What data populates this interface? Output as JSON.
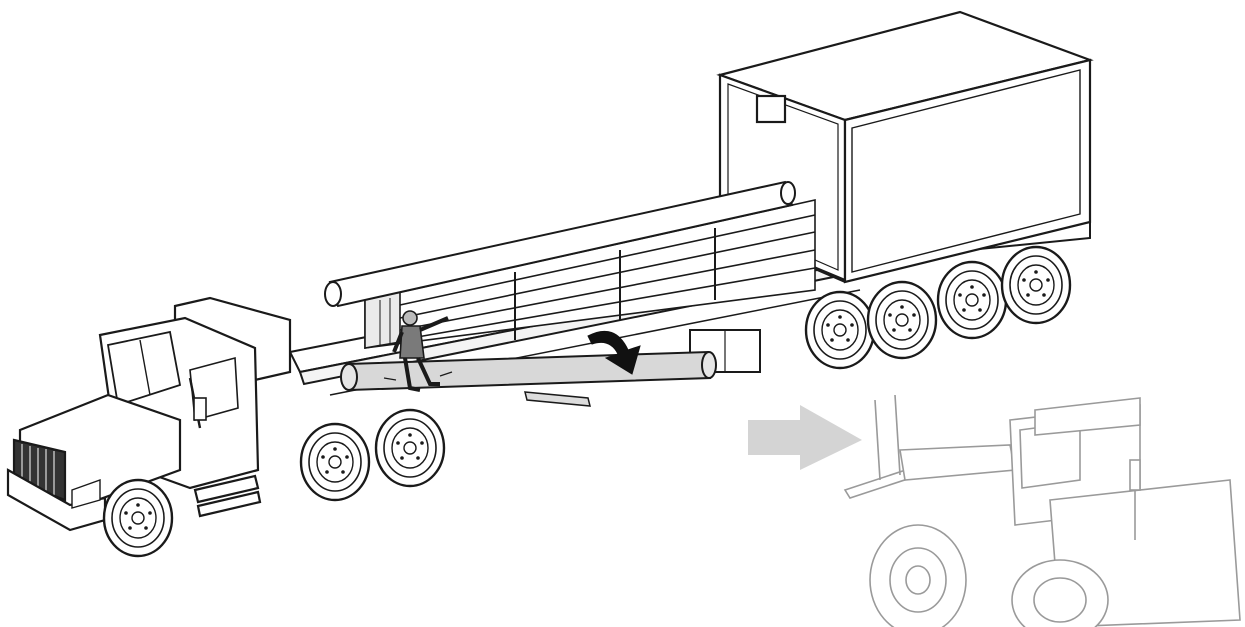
{
  "illustration": {
    "subjects": [
      "truck-cab",
      "flatbed-trailer",
      "cargo-container",
      "pipe-on-top",
      "lumber-bundles",
      "worker",
      "falling-pipe",
      "wheel-loader-forklift"
    ],
    "colors": {
      "line": "#1a1a1a",
      "fill": "#ffffff",
      "shade": "#cfcfcf",
      "arrow_main": "#111111",
      "arrow_ghost": "#d4d4d4",
      "loader_line": "#9a9a9a"
    }
  }
}
